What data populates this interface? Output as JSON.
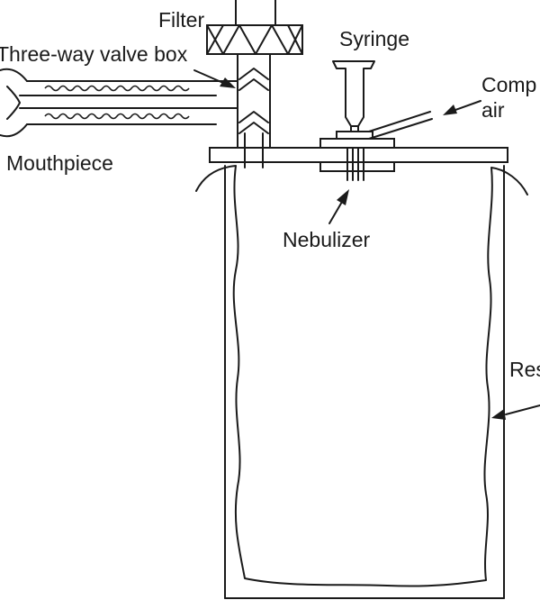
{
  "labels": {
    "filter": "Filter",
    "valve_box": "Three-way valve box",
    "syringe": "Syringe",
    "compressed_air_line1": "Comp",
    "compressed_air_line2": "air",
    "mouthpiece": "Mouthpiece",
    "nebulizer": "Nebulizer",
    "reservoir": "Res"
  },
  "colors": {
    "ink": "#1a1a1a",
    "background": "#ffffff"
  }
}
